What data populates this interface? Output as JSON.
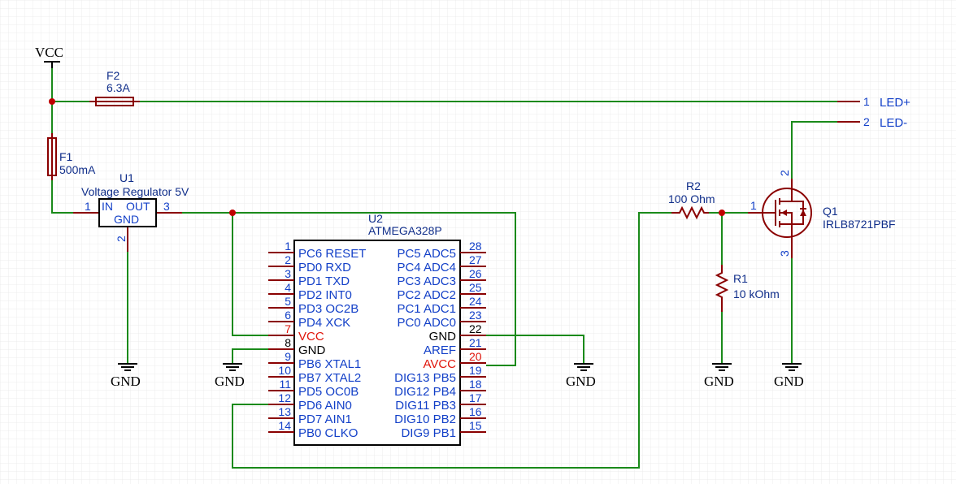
{
  "power": {
    "vcc": "VCC",
    "gnd": "GND"
  },
  "F2": {
    "ref": "F2",
    "value": "6.3A"
  },
  "F1": {
    "ref": "F1",
    "value": "500mA"
  },
  "U1": {
    "ref": "U1",
    "value": "Voltage Regulator 5V",
    "pin_in": "IN",
    "pin_out": "OUT",
    "pin_gnd": "GND",
    "n_in": "1",
    "n_out": "3",
    "n_gnd": "2"
  },
  "U2": {
    "ref": "U2",
    "value": "ATMEGA328P",
    "left_pins": [
      {
        "num": "1",
        "label": "PC6 RESET"
      },
      {
        "num": "2",
        "label": "PD0 RXD"
      },
      {
        "num": "3",
        "label": "PD1 TXD"
      },
      {
        "num": "4",
        "label": "PD2 INT0"
      },
      {
        "num": "5",
        "label": "PD3 OC2B"
      },
      {
        "num": "6",
        "label": "PD4 XCK"
      },
      {
        "num": "7",
        "label": "VCC"
      },
      {
        "num": "8",
        "label": "GND"
      },
      {
        "num": "9",
        "label": "PB6 XTAL1"
      },
      {
        "num": "10",
        "label": "PB7 XTAL2"
      },
      {
        "num": "11",
        "label": "PD5 OC0B"
      },
      {
        "num": "12",
        "label": "PD6 AIN0"
      },
      {
        "num": "13",
        "label": "PD7 AIN1"
      },
      {
        "num": "14",
        "label": "PB0 CLKO"
      }
    ],
    "right_pins": [
      {
        "num": "28",
        "label": "PC5 ADC5"
      },
      {
        "num": "27",
        "label": "PC4 ADC4"
      },
      {
        "num": "26",
        "label": "PC3 ADC3"
      },
      {
        "num": "25",
        "label": "PC2 ADC2"
      },
      {
        "num": "24",
        "label": "PC1 ADC1"
      },
      {
        "num": "23",
        "label": "PC0 ADC0"
      },
      {
        "num": "22",
        "label": "GND"
      },
      {
        "num": "21",
        "label": "AREF"
      },
      {
        "num": "20",
        "label": "AVCC"
      },
      {
        "num": "19",
        "label": "DIG13 PB5"
      },
      {
        "num": "18",
        "label": "DIG12 PB4"
      },
      {
        "num": "17",
        "label": "DIG11 PB3"
      },
      {
        "num": "16",
        "label": "DIG10 PB2"
      },
      {
        "num": "15",
        "label": "DIG9 PB1"
      }
    ]
  },
  "R2": {
    "ref": "R2",
    "value": "100 Ohm"
  },
  "R1": {
    "ref": "R1",
    "value": "10 kOhm"
  },
  "Q1": {
    "ref": "Q1",
    "value": "IRLB8721PBF",
    "n_g": "1",
    "n_d": "2",
    "n_s": "3"
  },
  "connector": [
    {
      "num": "1",
      "label": "LED+"
    },
    {
      "num": "2",
      "label": "LED-"
    }
  ],
  "colors": {
    "wire": "#1a8a1a",
    "component": "#8a0000",
    "junction": "#c00000",
    "pin_text": "#1340c8",
    "power_pin_text": "#e0140a"
  }
}
